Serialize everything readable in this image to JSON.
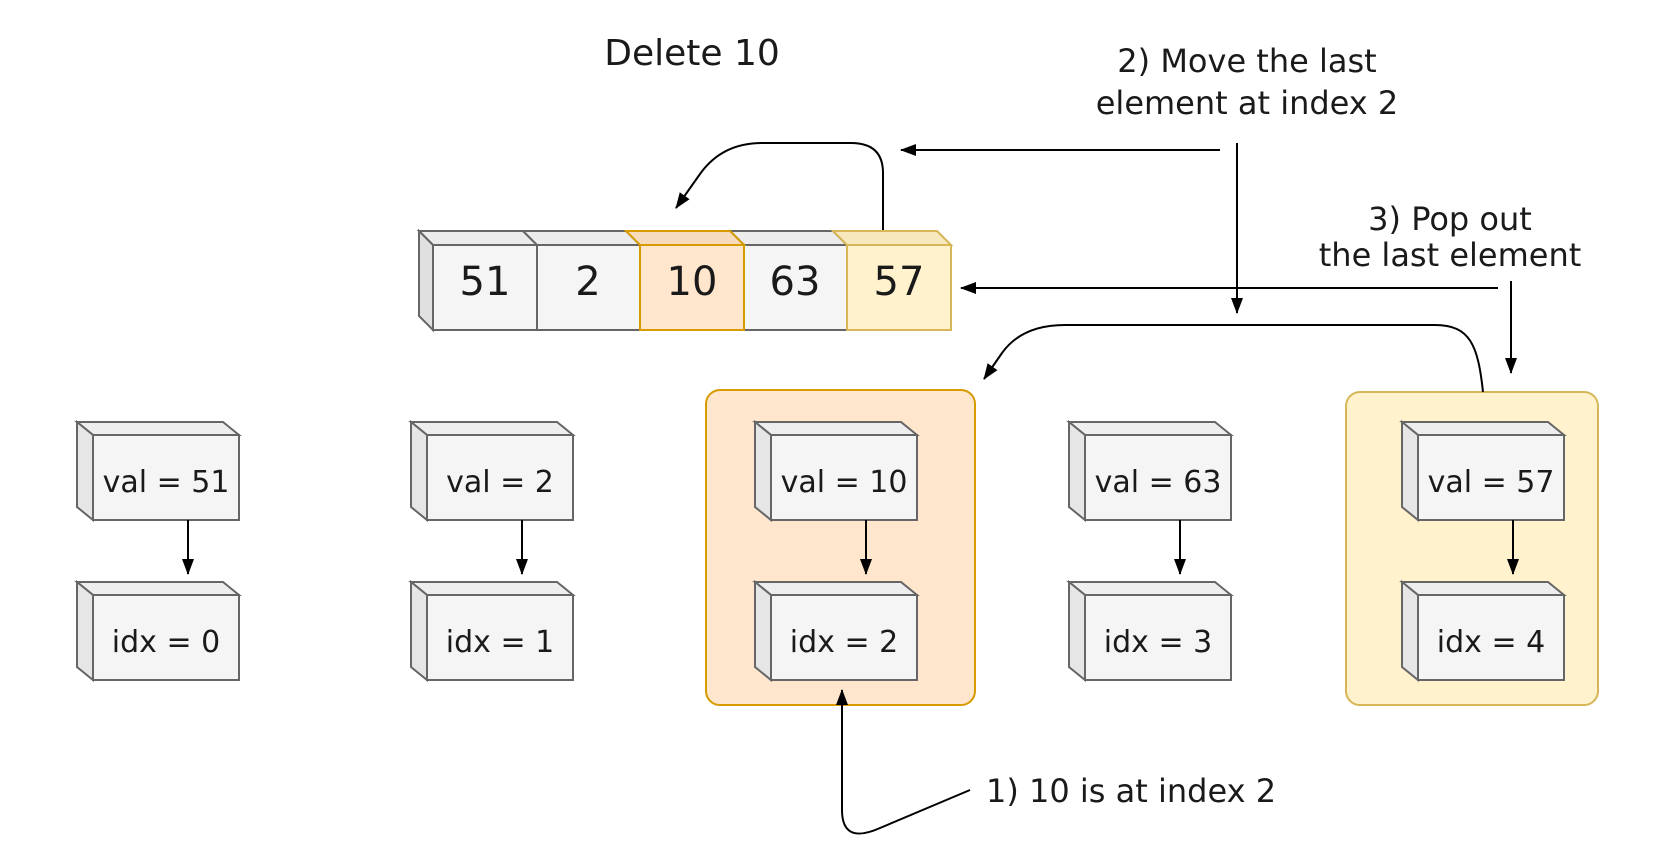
{
  "title": "Delete 10",
  "array": {
    "cells": [
      {
        "value": "51",
        "highlight": "none"
      },
      {
        "value": "2",
        "highlight": "none"
      },
      {
        "value": "10",
        "highlight": "orange"
      },
      {
        "value": "63",
        "highlight": "none"
      },
      {
        "value": "57",
        "highlight": "yellow"
      }
    ]
  },
  "pairs": [
    {
      "val_label": "val = 51",
      "idx_label": "idx = 0",
      "highlight": "none"
    },
    {
      "val_label": "val = 2",
      "idx_label": "idx = 1",
      "highlight": "none"
    },
    {
      "val_label": "val = 10",
      "idx_label": "idx = 2",
      "highlight": "orange"
    },
    {
      "val_label": "val = 63",
      "idx_label": "idx = 3",
      "highlight": "none"
    },
    {
      "val_label": "val = 57",
      "idx_label": "idx = 4",
      "highlight": "yellow"
    }
  ],
  "annotations": {
    "step1": "1) 10 is at index 2",
    "step2_line1": "2) Move the last",
    "step2_line2": "element at index 2",
    "step3_line1": "3) Pop out",
    "step3_line2": "the last element"
  },
  "colors": {
    "orange_fill": "#ffe6cc",
    "orange_stroke": "#d79b00",
    "yellow_fill": "#fff2cc",
    "yellow_stroke": "#d6b656",
    "box_fill": "#f5f5f5",
    "box_stroke": "#666666",
    "arrow": "#000000"
  }
}
